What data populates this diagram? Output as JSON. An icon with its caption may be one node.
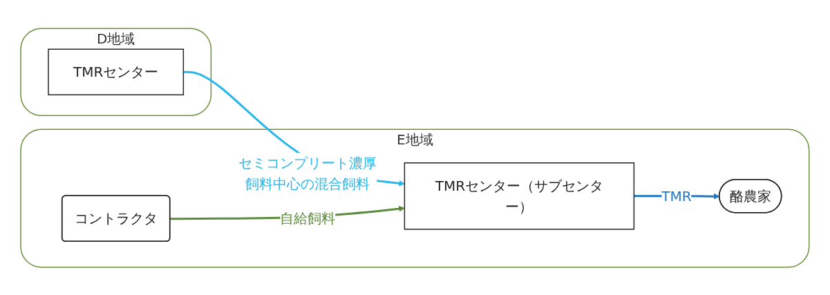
{
  "diagram": {
    "nodes": [
      {
        "text": [
          "D地域"
        ]
      },
      {
        "text": [
          "E地域"
        ]
      },
      {
        "text": [
          "TMRセンター"
        ],
        "in": 0
      },
      {
        "text": [
          "TMRセンター（サブセンター）"
        ],
        "in": 1
      },
      {
        "text": [
          "コントラクタ"
        ],
        "in": 1
      },
      {
        "text": [
          "酪農家"
        ],
        "in": 1
      }
    ],
    "edges": [
      {
        "from": 2,
        "to": 3,
        "arrow": "to",
        "label": "セミコンプリート濃厚飼料中心の混合飼料",
        "color": "#29b6e8"
      },
      {
        "from": 4,
        "to": 3,
        "arrow": "to",
        "label": "自給飼料",
        "color": "#5a8a3a"
      },
      {
        "from": 3,
        "to": 5,
        "arrow": "to",
        "label": "TMR",
        "color": "#1f78c1"
      }
    ]
  }
}
